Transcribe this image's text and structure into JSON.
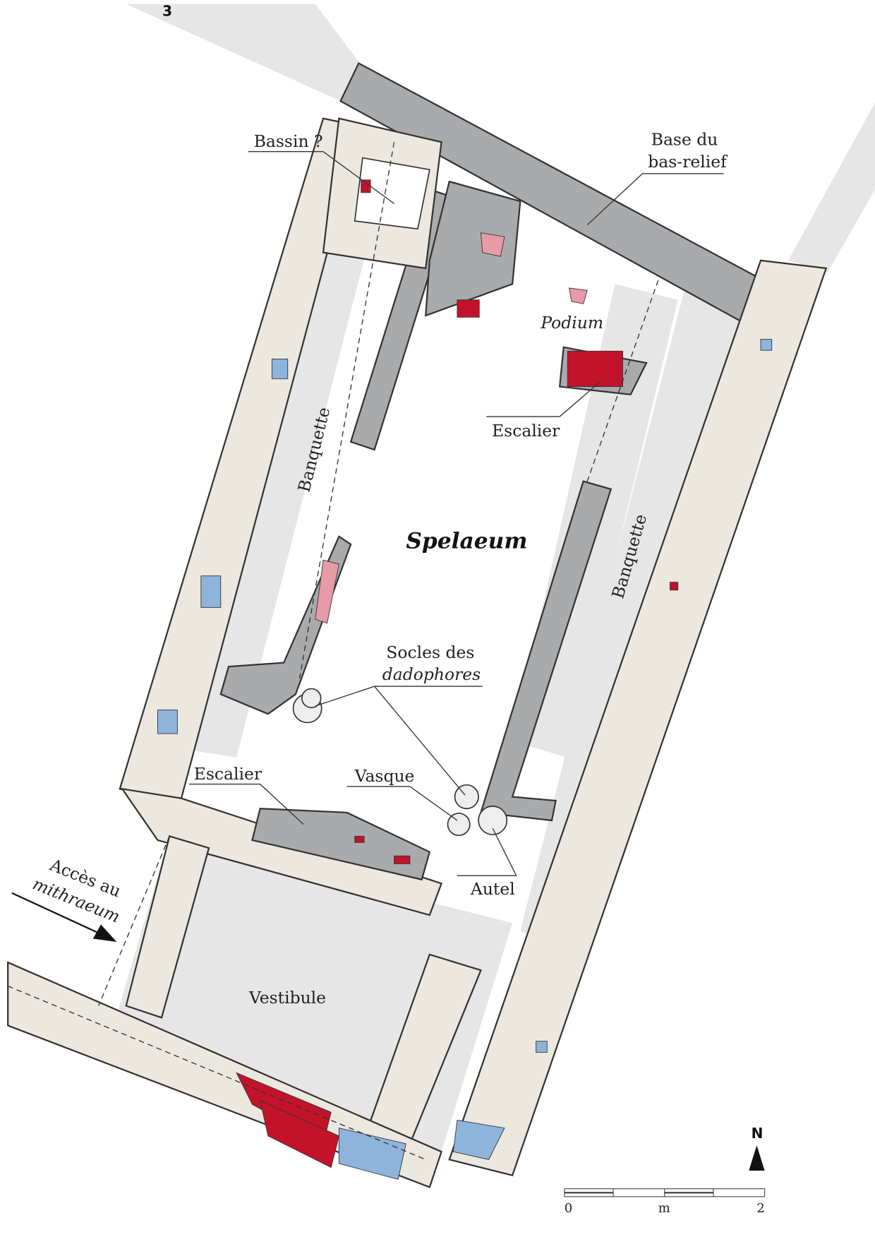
{
  "figure_number": "3",
  "labels": {
    "bassin": "Bassin ?",
    "base_line1": "Base du",
    "base_line2": "bas-relief",
    "podium": "Podium",
    "escalier_north": "Escalier",
    "banquette_west": "Banquette",
    "banquette_east": "Banquette",
    "spelaeum": "Spelaeum",
    "socles_line1": "Socles des",
    "socles_line2": "dadophores",
    "escalier_south": "Escalier",
    "vasque": "Vasque",
    "autel": "Autel",
    "acces_line1": "Accès au",
    "acces_line2": "mithraeum",
    "vestibule": "Vestibule"
  },
  "north_arrow": "N",
  "scale_bar": {
    "start": "0",
    "unit": "m",
    "end": "2"
  },
  "colors": {
    "wall_gray": "#a9aaac",
    "floor_gray": "#e6e6e6",
    "stone_yellow": "#f5d48a",
    "stone_red": "#c3132a",
    "stone_pink": "#e79aa8",
    "stone_blue": "#8fb4dc"
  }
}
